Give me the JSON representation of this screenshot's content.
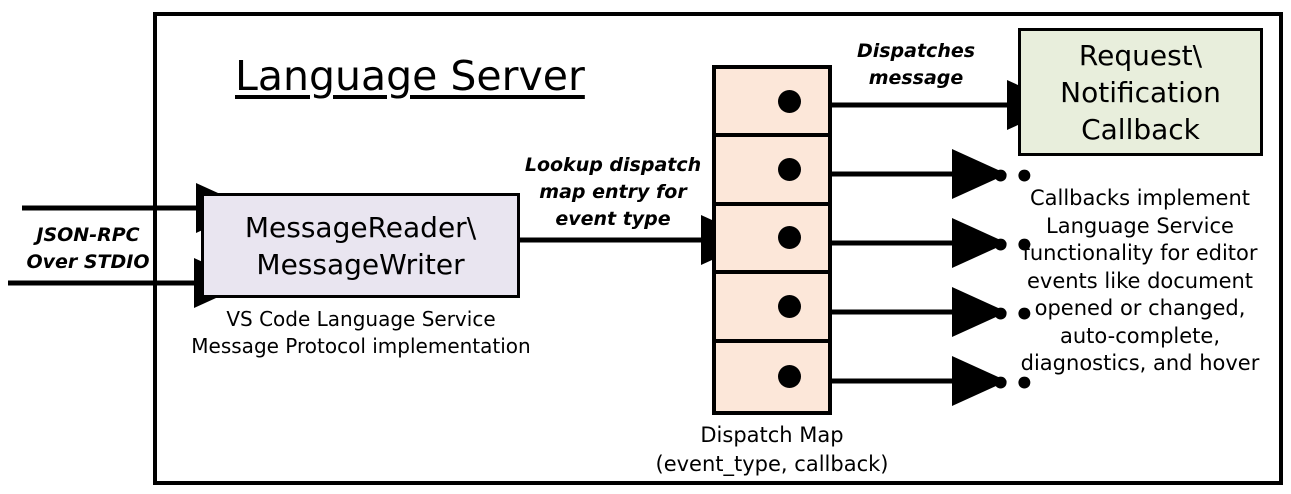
{
  "diagram": {
    "title": "Language Server",
    "io": {
      "label_line1": "JSON-RPC",
      "label_line2": "Over STDIO"
    },
    "message_box": {
      "line1": "MessageReader\\",
      "line2": "MessageWriter",
      "caption_line1": "VS Code Language Service",
      "caption_line2": "Message Protocol implementation"
    },
    "lookup_label": {
      "line1": "Lookup dispatch",
      "line2": "map entry for",
      "line3": "event type"
    },
    "dispatch_map": {
      "caption_line1": "Dispatch Map",
      "caption_line2": "(event_type, callback)",
      "row_count": 5,
      "rows": [
        {
          "index": 1,
          "target": "callback"
        },
        {
          "index": 2,
          "target": "ellipsis"
        },
        {
          "index": 3,
          "target": "ellipsis"
        },
        {
          "index": 4,
          "target": "ellipsis"
        },
        {
          "index": 5,
          "target": "ellipsis"
        }
      ],
      "ellipsis": "•••"
    },
    "dispatch_label": {
      "line1": "Dispatches",
      "line2": "message"
    },
    "callback_box": {
      "line1": "Request\\",
      "line2": "Notification",
      "line3": "Callback",
      "description": [
        "Callbacks implement",
        "Language Service",
        "functionality for editor",
        "events like document",
        "opened or changed,",
        "auto-complete,",
        "diagnostics, and hover"
      ]
    },
    "colors": {
      "message_box_fill": "#E9E5F0",
      "dispatch_map_fill": "#FCE7D9",
      "callback_box_fill": "#E8EEDC",
      "stroke": "#000000",
      "background": "#FFFFFF"
    }
  }
}
